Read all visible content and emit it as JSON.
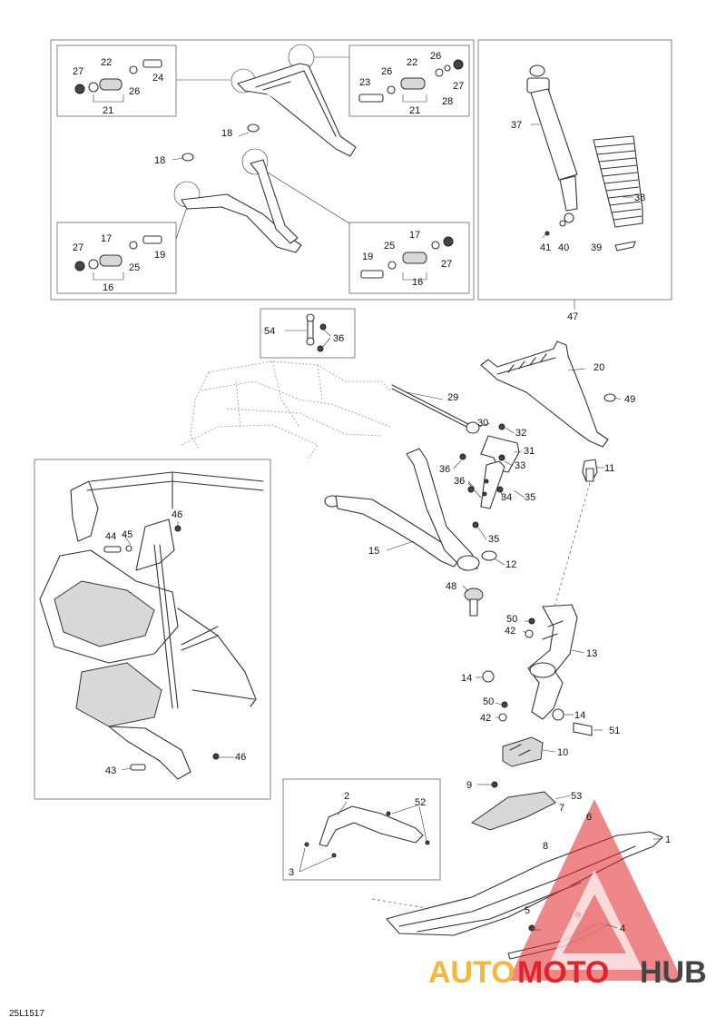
{
  "reference_code": "25L1517",
  "watermark": {
    "text_a": "AUTO",
    "text_b": "MOTO",
    "text_c": "HUB",
    "color_a": "#f5b73a",
    "color_b": "#e0252a",
    "color_c": "#444444"
  },
  "part_numbers": {
    "p1": "1",
    "p2": "2",
    "p3": "3",
    "p4": "4",
    "p5": "5",
    "p6": "6",
    "p7": "7",
    "p8": "8",
    "p9": "9",
    "p10": "10",
    "p11": "11",
    "p12": "12",
    "p13": "13",
    "p14a": "14",
    "p14b": "14",
    "p15": "15",
    "p16a": "16",
    "p16b": "16",
    "p17a": "17",
    "p17b": "17",
    "p18a": "18",
    "p18b": "18",
    "p19a": "19",
    "p19b": "19",
    "p20": "20",
    "p21a": "21",
    "p21b": "21",
    "p22a": "22",
    "p22b": "22",
    "p23": "23",
    "p24": "24",
    "p25a": "25",
    "p25b": "25",
    "p26a": "26",
    "p26b": "26",
    "p26c": "26",
    "p27a": "27",
    "p27b": "27",
    "p27c": "27",
    "p27d": "27",
    "p28": "28",
    "p29": "29",
    "p30": "30",
    "p31": "31",
    "p32": "32",
    "p33": "33",
    "p34": "34",
    "p35a": "35",
    "p35b": "35",
    "p36a": "36",
    "p36b": "36",
    "p36c": "36",
    "p37": "37",
    "p38": "38",
    "p39": "39",
    "p40": "40",
    "p41": "41",
    "p42a": "42",
    "p42b": "42",
    "p43": "43",
    "p44": "44",
    "p45": "45",
    "p46a": "46",
    "p46b": "46",
    "p47": "47",
    "p48": "48",
    "p49": "49",
    "p50a": "50",
    "p50b": "50",
    "p51": "51",
    "p52": "52",
    "p53": "53",
    "p54": "54"
  }
}
